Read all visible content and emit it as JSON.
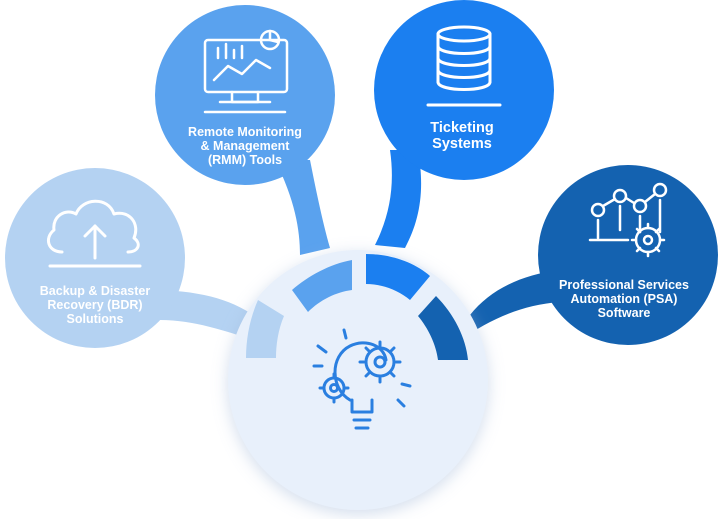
{
  "colors": {
    "bdr": "#b4d2f2",
    "rmm": "#5aa2ee",
    "ticketing": "#1b7ff0",
    "psa": "#1462b0",
    "hub": "#e8f0fb",
    "hub_icon": "#2a7fe0"
  },
  "nodes": {
    "bdr": {
      "lines": [
        "Backup & Disaster",
        "Recovery (BDR)",
        "Solutions"
      ],
      "icon": "cloud-upload-icon"
    },
    "rmm": {
      "lines": [
        "Remote Monitoring",
        "& Management",
        "(RMM) Tools"
      ],
      "icon": "monitor-chart-icon"
    },
    "ticketing": {
      "lines": [
        "Ticketing",
        "Systems"
      ],
      "icon": "database-icon"
    },
    "psa": {
      "lines": [
        "Professional Services",
        "Automation (PSA)",
        "Software"
      ],
      "icon": "gears-chart-icon"
    }
  },
  "hub": {
    "icon": "lightbulb-gears-icon"
  }
}
